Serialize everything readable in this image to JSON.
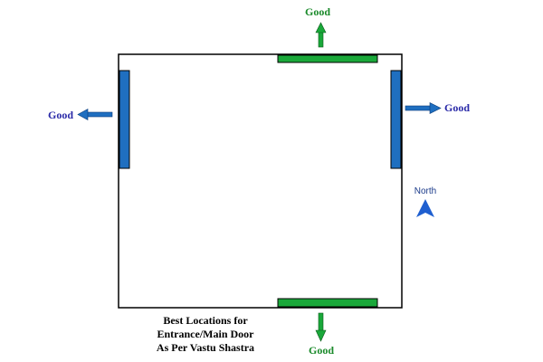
{
  "labels": {
    "top": "Good",
    "bottom": "Good",
    "left": "Good",
    "right": "Good"
  },
  "compass": {
    "label": "North"
  },
  "caption": {
    "line1": "Best Locations for",
    "line2": "Entrance/Main Door",
    "line3": "As Per Vastu Shastra"
  },
  "colors": {
    "north_south_doors": "#1aa83a",
    "east_west_doors": "#1f6fc0",
    "north_south_text": "#1a8a2a",
    "east_west_text": "#2a2aa8",
    "compass_arrow": "#1f5fd0"
  }
}
